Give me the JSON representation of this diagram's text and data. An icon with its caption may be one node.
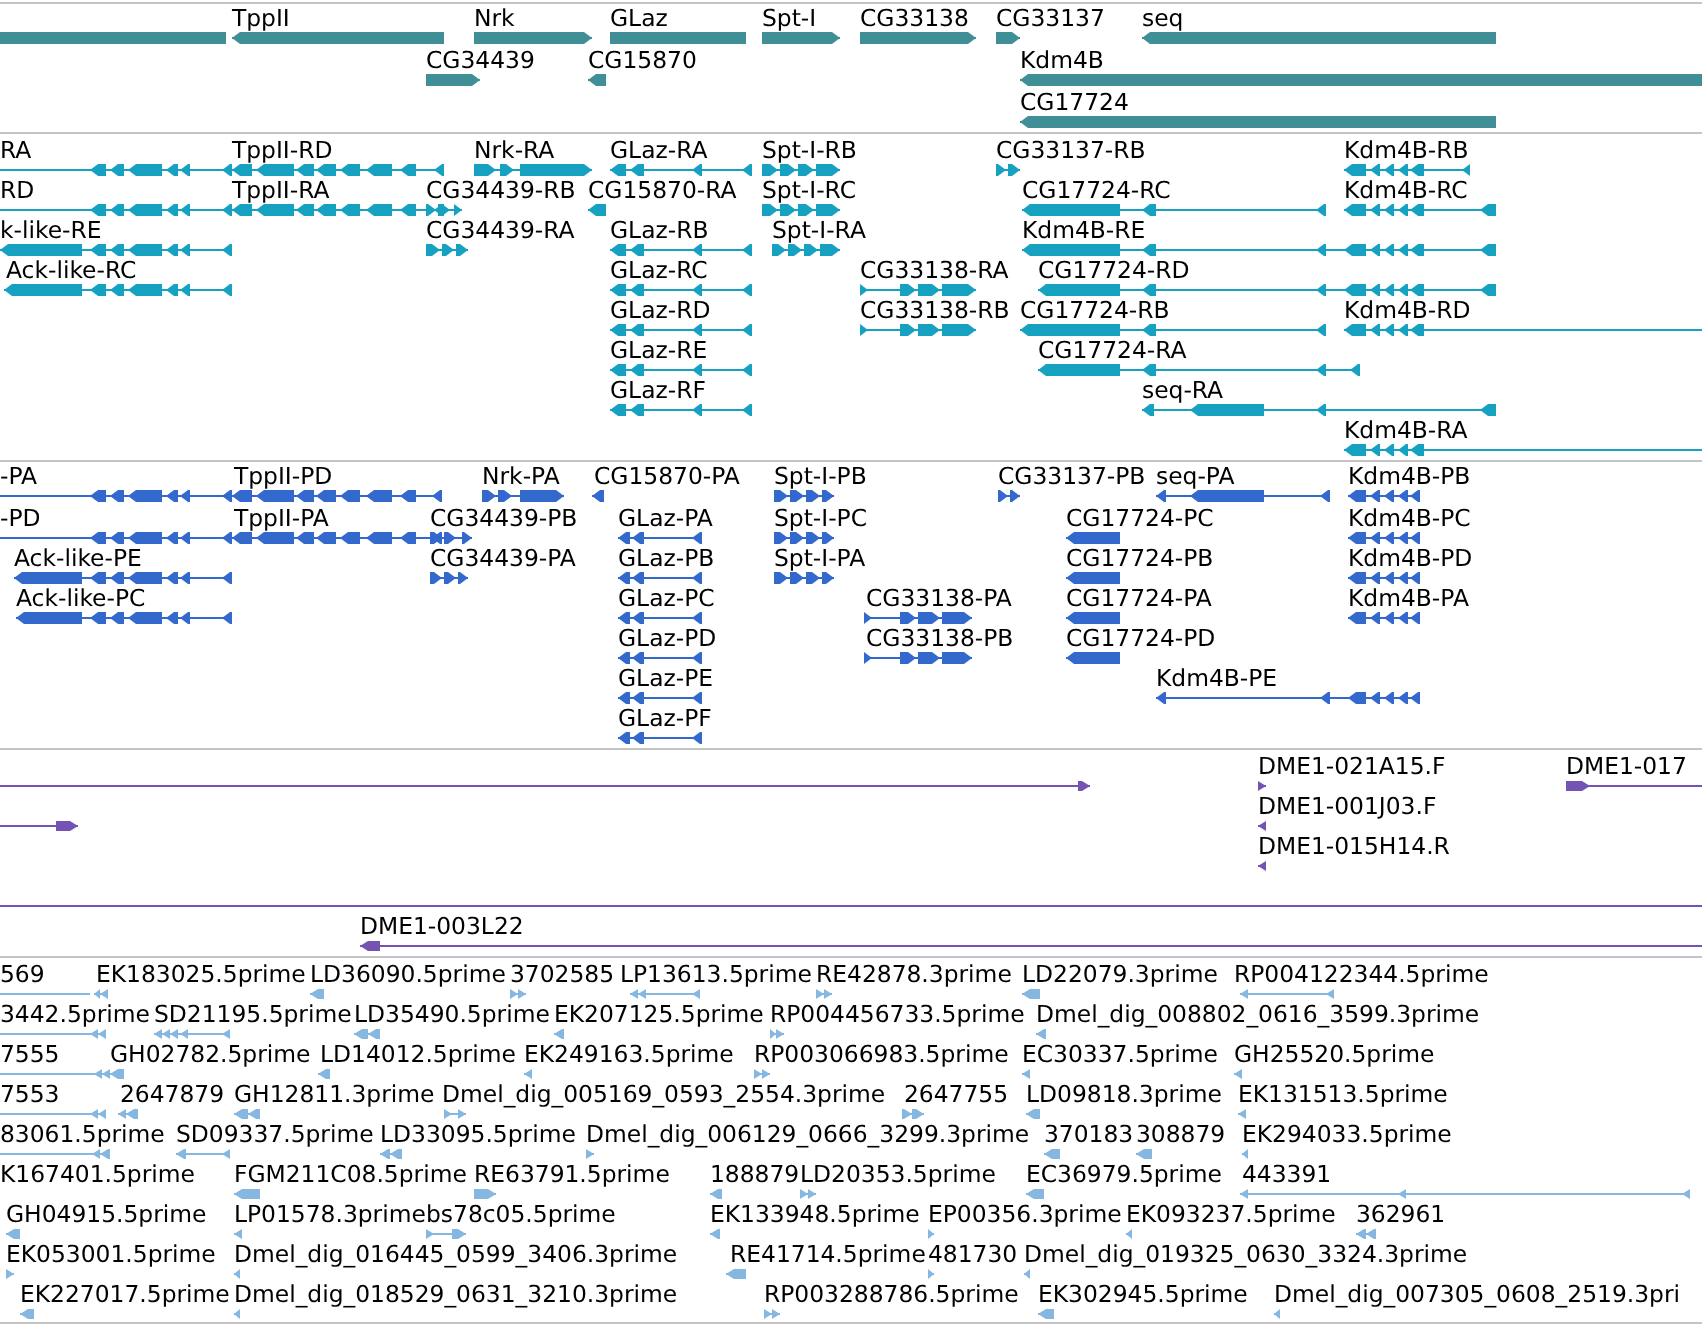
{
  "diagram": {
    "nodes": [
      {
        "text": [],
        "shape": "bar"
      },
      {
        "text": [
          "TppII"
        ]
      },
      {
        "text": [
          "Nrk"
        ]
      },
      {
        "text": [
          "GLaz"
        ]
      },
      {
        "text": [
          "Spt-I"
        ]
      },
      {
        "text": [
          "CG33138"
        ]
      },
      {
        "text": [
          "CG33137"
        ]
      },
      {
        "text": [
          "seq"
        ]
      },
      {
        "text": [
          "CG34439"
        ]
      },
      {
        "text": [
          "CG15870"
        ]
      },
      {
        "text": [
          "Kdm4B"
        ]
      },
      {
        "text": [
          "CG17724"
        ]
      },
      {
        "text": [
          "RA"
        ]
      },
      {
        "text": [
          "TppII-RD"
        ]
      },
      {
        "text": [
          "Nrk-RA"
        ]
      },
      {
        "text": [
          "GLaz-RA"
        ]
      },
      {
        "text": [
          "Spt-I-RB"
        ]
      },
      {
        "text": [
          "CG33137-RB"
        ]
      },
      {
        "text": [
          "Kdm4B-RB"
        ]
      },
      {
        "text": [
          "RD"
        ]
      },
      {
        "text": [
          "TppII-RA"
        ]
      },
      {
        "text": [
          "CG34439-RB"
        ]
      },
      {
        "text": [
          "CG15870-RA"
        ]
      },
      {
        "text": [
          "Spt-I-RC"
        ]
      },
      {
        "text": [
          "CG17724-RC"
        ]
      },
      {
        "text": [
          "Kdm4B-RC"
        ]
      },
      {
        "text": [
          "k-like-RE"
        ]
      },
      {
        "text": [
          "CG34439-RA"
        ]
      },
      {
        "text": [
          "GLaz-RB"
        ]
      },
      {
        "text": [
          "Spt-I-RA"
        ]
      },
      {
        "text": [
          "Kdm4B-RE"
        ]
      },
      {
        "text": [
          "Ack-like-RC"
        ]
      },
      {
        "text": [
          "GLaz-RC"
        ]
      },
      {
        "text": [
          "CG33138-RA"
        ]
      },
      {
        "text": [
          "CG17724-RD"
        ]
      },
      {
        "text": [
          "GLaz-RD"
        ]
      },
      {
        "text": [
          "CG33138-RB"
        ]
      },
      {
        "text": [
          "CG17724-RB"
        ]
      },
      {
        "text": [
          "Kdm4B-RD"
        ]
      },
      {
        "text": [
          "GLaz-RE"
        ]
      },
      {
        "text": [
          "CG17724-RA"
        ]
      },
      {
        "text": [
          "GLaz-RF"
        ]
      },
      {
        "text": [
          "seq-RA"
        ]
      },
      {
        "text": [
          "Kdm4B-RA"
        ]
      },
      {
        "text": [
          "-PA"
        ]
      },
      {
        "text": [
          "TppII-PD"
        ]
      },
      {
        "text": [
          "Nrk-PA"
        ]
      },
      {
        "text": [
          "CG15870-PA"
        ]
      },
      {
        "text": [
          "Spt-I-PB"
        ]
      },
      {
        "text": [
          "CG33137-PB"
        ]
      },
      {
        "text": [
          "seq-PA"
        ]
      },
      {
        "text": [
          "Kdm4B-PB"
        ]
      },
      {
        "text": [
          "-PD"
        ]
      },
      {
        "text": [
          "TppII-PA"
        ]
      },
      {
        "text": [
          "CG34439-PB"
        ]
      },
      {
        "text": [
          "GLaz-PA"
        ]
      },
      {
        "text": [
          "Spt-I-PC"
        ]
      },
      {
        "text": [
          "CG17724-PC"
        ]
      },
      {
        "text": [
          "Kdm4B-PC"
        ]
      },
      {
        "text": [
          "Ack-like-PE"
        ]
      },
      {
        "text": [
          "CG34439-PA"
        ]
      },
      {
        "text": [
          "GLaz-PB"
        ]
      },
      {
        "text": [
          "Spt-I-PA"
        ]
      },
      {
        "text": [
          "CG17724-PB"
        ]
      },
      {
        "text": [
          "Kdm4B-PD"
        ]
      },
      {
        "text": [
          "Ack-like-PC"
        ]
      },
      {
        "text": [
          "GLaz-PC"
        ]
      },
      {
        "text": [
          "CG33138-PA"
        ]
      },
      {
        "text": [
          "CG17724-PA"
        ]
      },
      {
        "text": [
          "Kdm4B-PA"
        ]
      },
      {
        "text": [
          "GLaz-PD"
        ]
      },
      {
        "text": [
          "CG33138-PB"
        ]
      },
      {
        "text": [
          "CG17724-PD"
        ]
      },
      {
        "text": [
          "GLaz-PE"
        ]
      },
      {
        "text": [
          "Kdm4B-PE"
        ]
      },
      {
        "text": [
          "GLaz-PF"
        ]
      },
      {
        "text": [],
        "shape": "bar"
      },
      {
        "text": [
          "DME1-021A15.F"
        ]
      },
      {
        "text": [
          "DME1-017"
        ]
      },
      {
        "text": [],
        "shape": "bar"
      },
      {
        "text": [
          "DME1-001J03.F"
        ]
      },
      {
        "text": [
          "DME1-015H14.R"
        ]
      },
      {
        "text": [],
        "shape": "bar"
      },
      {
        "text": [
          "DME1-003L22"
        ]
      },
      {
        "text": [
          "569"
        ]
      },
      {
        "text": [
          "EK183025.5prime"
        ]
      },
      {
        "text": [
          "LD36090.5prime"
        ]
      },
      {
        "text": [
          "3702585"
        ]
      },
      {
        "text": [
          "LP13613.5prime"
        ]
      },
      {
        "text": [
          "RE42878.3prime"
        ]
      },
      {
        "text": [
          "LD22079.3prime"
        ]
      },
      {
        "text": [
          "RP004122344.5prime"
        ]
      },
      {
        "text": [
          "3442.5prime"
        ]
      },
      {
        "text": [
          "SD21195.5prime"
        ]
      },
      {
        "text": [
          "LD35490.5prime"
        ]
      },
      {
        "text": [
          "EK207125.5prime"
        ]
      },
      {
        "text": [
          "RP004456733.5prime"
        ]
      },
      {
        "text": [
          "Dmel_dig_008802_0616_3599.3prime"
        ]
      },
      {
        "text": [
          "7555"
        ]
      },
      {
        "text": [
          "GH02782.5prime"
        ]
      },
      {
        "text": [
          "LD14012.5prime"
        ]
      },
      {
        "text": [
          "EK249163.5prime"
        ]
      },
      {
        "text": [
          "RP003066983.5prime"
        ]
      },
      {
        "text": [
          "EC30337.5prime"
        ]
      },
      {
        "text": [
          "GH25520.5prime"
        ]
      },
      {
        "text": [
          "7553"
        ]
      },
      {
        "text": [
          "2647879"
        ]
      },
      {
        "text": [
          "GH12811.3prime"
        ]
      },
      {
        "text": [
          "Dmel_dig_005169_0593_2554.3prime"
        ]
      },
      {
        "text": [
          "2647755"
        ]
      },
      {
        "text": [
          "LD09818.3prime"
        ]
      },
      {
        "text": [
          "EK131513.5prime"
        ]
      },
      {
        "text": [
          "83061.5prime"
        ]
      },
      {
        "text": [
          "SD09337.5prime"
        ]
      },
      {
        "text": [
          "LD33095.5prime"
        ]
      },
      {
        "text": [
          "Dmel_dig_006129_0666_3299.3prime"
        ]
      },
      {
        "text": [
          "370183"
        ]
      },
      {
        "text": [
          "308879"
        ]
      },
      {
        "text": [
          "EK294033.5prime"
        ]
      },
      {
        "text": [
          "K167401.5prime"
        ]
      },
      {
        "text": [
          "FGM211C08.5prime"
        ]
      },
      {
        "text": [
          "RE63791.5prime"
        ]
      },
      {
        "text": [
          "188879"
        ]
      },
      {
        "text": [
          "LD20353.5prime"
        ]
      },
      {
        "text": [
          "EC36979.5prime"
        ]
      },
      {
        "text": [
          "443391"
        ]
      },
      {
        "text": [
          "GH04915.5prime"
        ]
      },
      {
        "text": [
          "LP01578.3prime"
        ]
      },
      {
        "text": [
          "bs78c05.5prime"
        ]
      },
      {
        "text": [
          "EK133948.5prime"
        ]
      },
      {
        "text": [
          "EP00356.3prime"
        ]
      },
      {
        "text": [
          "EK093237.5prime"
        ]
      },
      {
        "text": [
          "362961"
        ]
      },
      {
        "text": [
          "EK053001.5prime"
        ]
      },
      {
        "text": [
          "Dmel_dig_016445_0599_3406.3prime"
        ]
      },
      {
        "text": [
          "RE41714.5prime"
        ]
      },
      {
        "text": [
          "481730"
        ]
      },
      {
        "text": [
          "Dmel_dig_019325_0630_3324.3prime"
        ]
      },
      {
        "text": [
          "EK227017.5prime"
        ]
      },
      {
        "text": [
          "Dmel_dig_018529_0631_3210.3prime"
        ]
      },
      {
        "text": [
          "RP003288786.5prime"
        ]
      },
      {
        "text": [
          "EK302945.5prime"
        ]
      },
      {
        "text": [
          "Dmel_dig_007305_0608_2519.3pri"
        ]
      }
    ]
  }
}
